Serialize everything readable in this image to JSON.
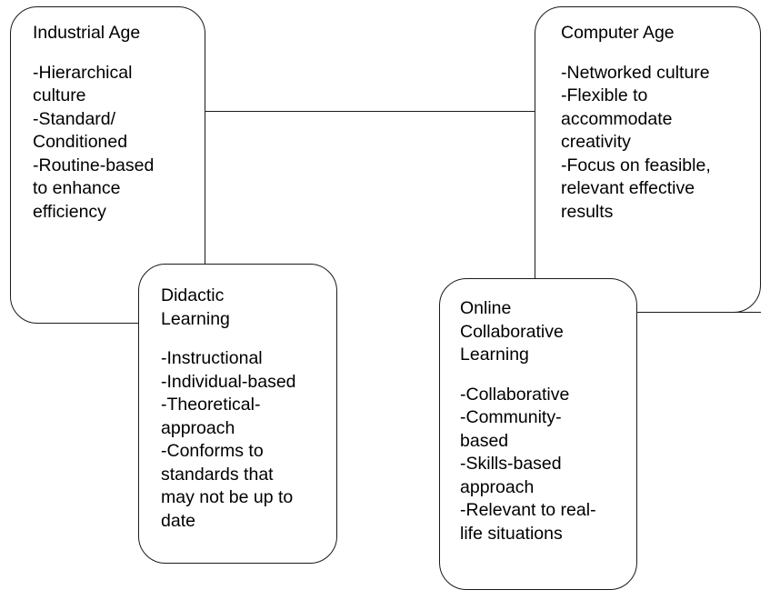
{
  "diagram": {
    "title": "Industrial Age vs Computer Age learning comparison",
    "background_color": "#ffffff",
    "line_color": "#1a1a1a",
    "text_color": "#000000",
    "nodes": [
      {
        "id": "industrial-age",
        "title": "Industrial Age",
        "items": "-Hierarchical\nculture\n-Standard/\nConditioned\n-Routine-based\nto enhance\nefficiency"
      },
      {
        "id": "computer-age",
        "title": "Computer Age",
        "items": "-Networked culture\n-Flexible to\naccommodate\ncreativity\n-Focus on feasible,\nrelevant effective\nresults"
      },
      {
        "id": "didactic-learning",
        "title": "Didactic\nLearning",
        "items": "-Instructional\n-Individual-based\n-Theoretical-\napproach\n-Conforms to\nstandards that\nmay not be up to\ndate"
      },
      {
        "id": "online-collaborative-learning",
        "title": "Online\nCollaborative\nLearning",
        "items": "-Collaborative\n-Community-\nbased\n-Skills-based\napproach\n-Relevant to real-\nlife situations"
      }
    ],
    "connectors": [
      {
        "id": "ages",
        "from": "industrial-age",
        "to": "computer-age",
        "orientation": "horizontal"
      },
      {
        "id": "industrial-didactic",
        "from": "industrial-age",
        "to": "didactic-learning",
        "orientation": "vertical"
      },
      {
        "id": "computer-online",
        "from": "computer-age",
        "to": "online-collaborative-learning",
        "orientation": "horizontal"
      }
    ]
  }
}
